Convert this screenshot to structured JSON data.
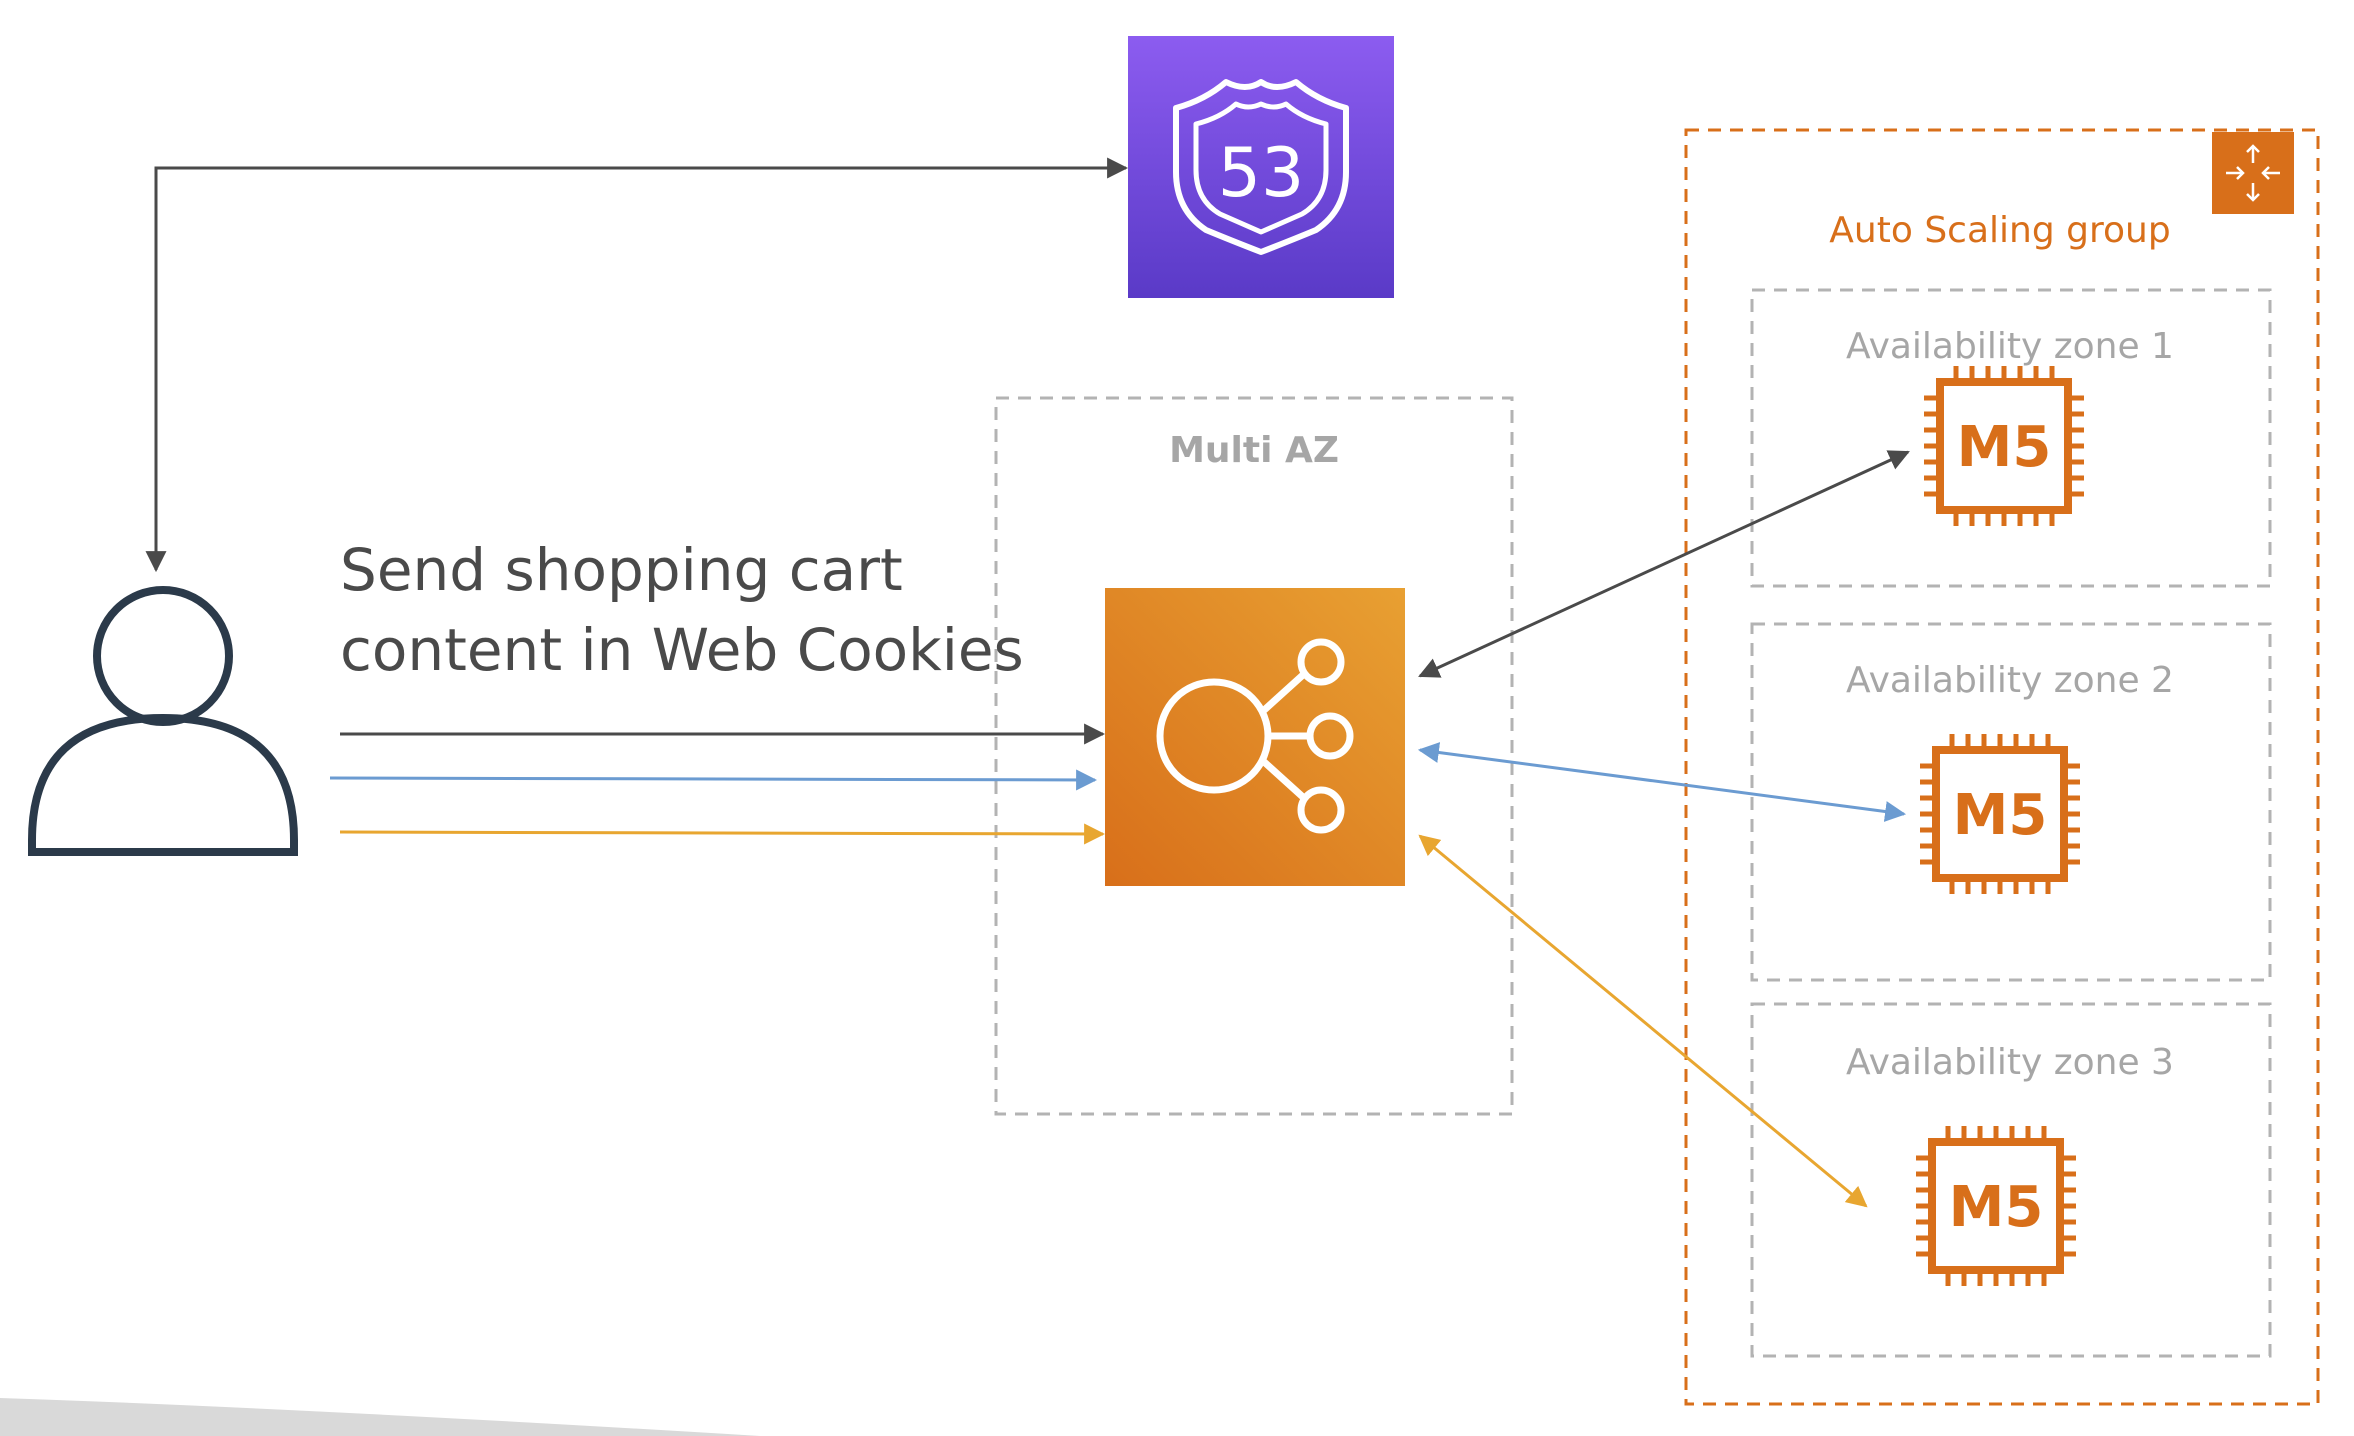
{
  "caption": {
    "line1": "Send shopping cart",
    "line2": "content in Web Cookies"
  },
  "route53": {
    "icon": "route53-shield-icon",
    "label": "53",
    "colors": [
      "#8c5cf0",
      "#5a3ac7"
    ]
  },
  "load_balancer": {
    "icon": "elastic-load-balancer-icon",
    "colors": [
      "#e8a032",
      "#d86f1a"
    ]
  },
  "multi_az": {
    "title": "Multi AZ"
  },
  "asg": {
    "title": "Auto Scaling group",
    "icon": "auto-scaling-arrows-icon",
    "color": "#d86f1a"
  },
  "zones": [
    {
      "title": "Availability zone 1",
      "instance_label": "M5"
    },
    {
      "title": "Availability zone 2",
      "instance_label": "M5"
    },
    {
      "title": "Availability zone 3",
      "instance_label": "M5"
    }
  ],
  "arrow_colors": {
    "dark": "#4a4a4a",
    "blue": "#6b9bd1",
    "yellow": "#e8a630"
  }
}
